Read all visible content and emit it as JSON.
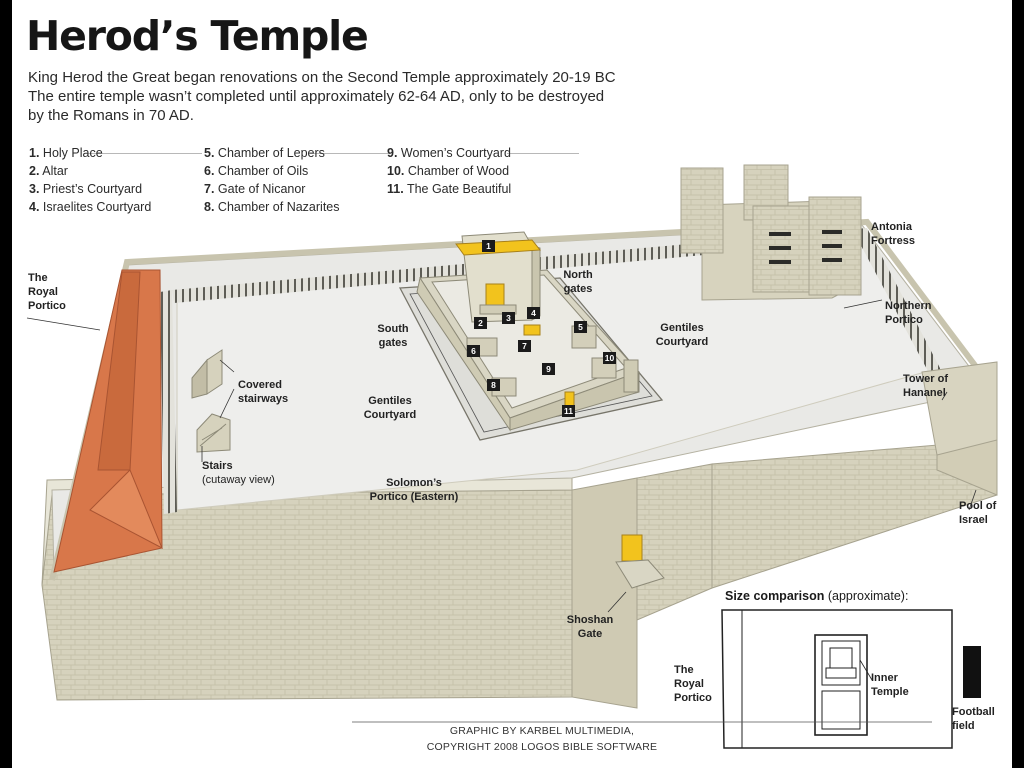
{
  "title": "Herod’s Temple",
  "intro": [
    "King Herod the Great began renovations on the Second Temple approximately 20-19 BC",
    "The entire temple wasn’t completed until approximately 62-64 AD, only to be destroyed",
    "by the Romans in 70 AD."
  ],
  "legend": [
    {
      "num": "1.",
      "label": "Holy Place"
    },
    {
      "num": "2.",
      "label": "Altar"
    },
    {
      "num": "3.",
      "label": "Priest’s Courtyard"
    },
    {
      "num": "4.",
      "label": "Israelites Courtyard"
    },
    {
      "num": "5.",
      "label": "Chamber of Lepers"
    },
    {
      "num": "6.",
      "label": "Chamber of Oils"
    },
    {
      "num": "7.",
      "label": "Gate of Nicanor"
    },
    {
      "num": "8.",
      "label": "Chamber of Nazarites"
    },
    {
      "num": "9.",
      "label": "Women’s Courtyard"
    },
    {
      "num": "10.",
      "label": "Chamber of Wood"
    },
    {
      "num": "11.",
      "label": "The Gate Beautiful"
    }
  ],
  "labels": {
    "royal_portico": "The\nRoyal\nPortico",
    "antonia": "Antonia\nFortress",
    "north_gates": "North\ngates",
    "south_gates": "South\ngates",
    "gentiles_right": "Gentiles\nCourtyard",
    "gentiles_left": "Gentiles\nCourtyard",
    "northern_portico": "Northern\nPortico",
    "tower_hananel": "Tower of\nHananel",
    "covered_stairways": "Covered\nstairways",
    "stairs": "Stairs",
    "stairs_sub": "(cutaway view)",
    "solomons_portico": "Solomon’s\nPortico (Eastern)",
    "pool_israel": "Pool of\nIsrael",
    "shoshan_gate": "Shoshan\nGate"
  },
  "markers": [
    "1",
    "2",
    "3",
    "4",
    "5",
    "6",
    "7",
    "8",
    "9",
    "10",
    "11"
  ],
  "size_comparison": {
    "title": "Size comparison",
    "qualifier": "(approximate):",
    "royal_portico": "The\nRoyal\nPortico",
    "inner_temple": "Inner\nTemple",
    "football_field": "Football\nfield"
  },
  "credit": [
    "GRAPHIC BY KARBEL MULTIMEDIA,",
    "COPYRIGHT 2008 LOGOS BIBLE SOFTWARE"
  ],
  "colors": {
    "roof": "#d8774a",
    "stone": "#dedac8",
    "court": "#eeeeec",
    "gold": "#f2c31d",
    "marker": "#1b1b1b"
  }
}
